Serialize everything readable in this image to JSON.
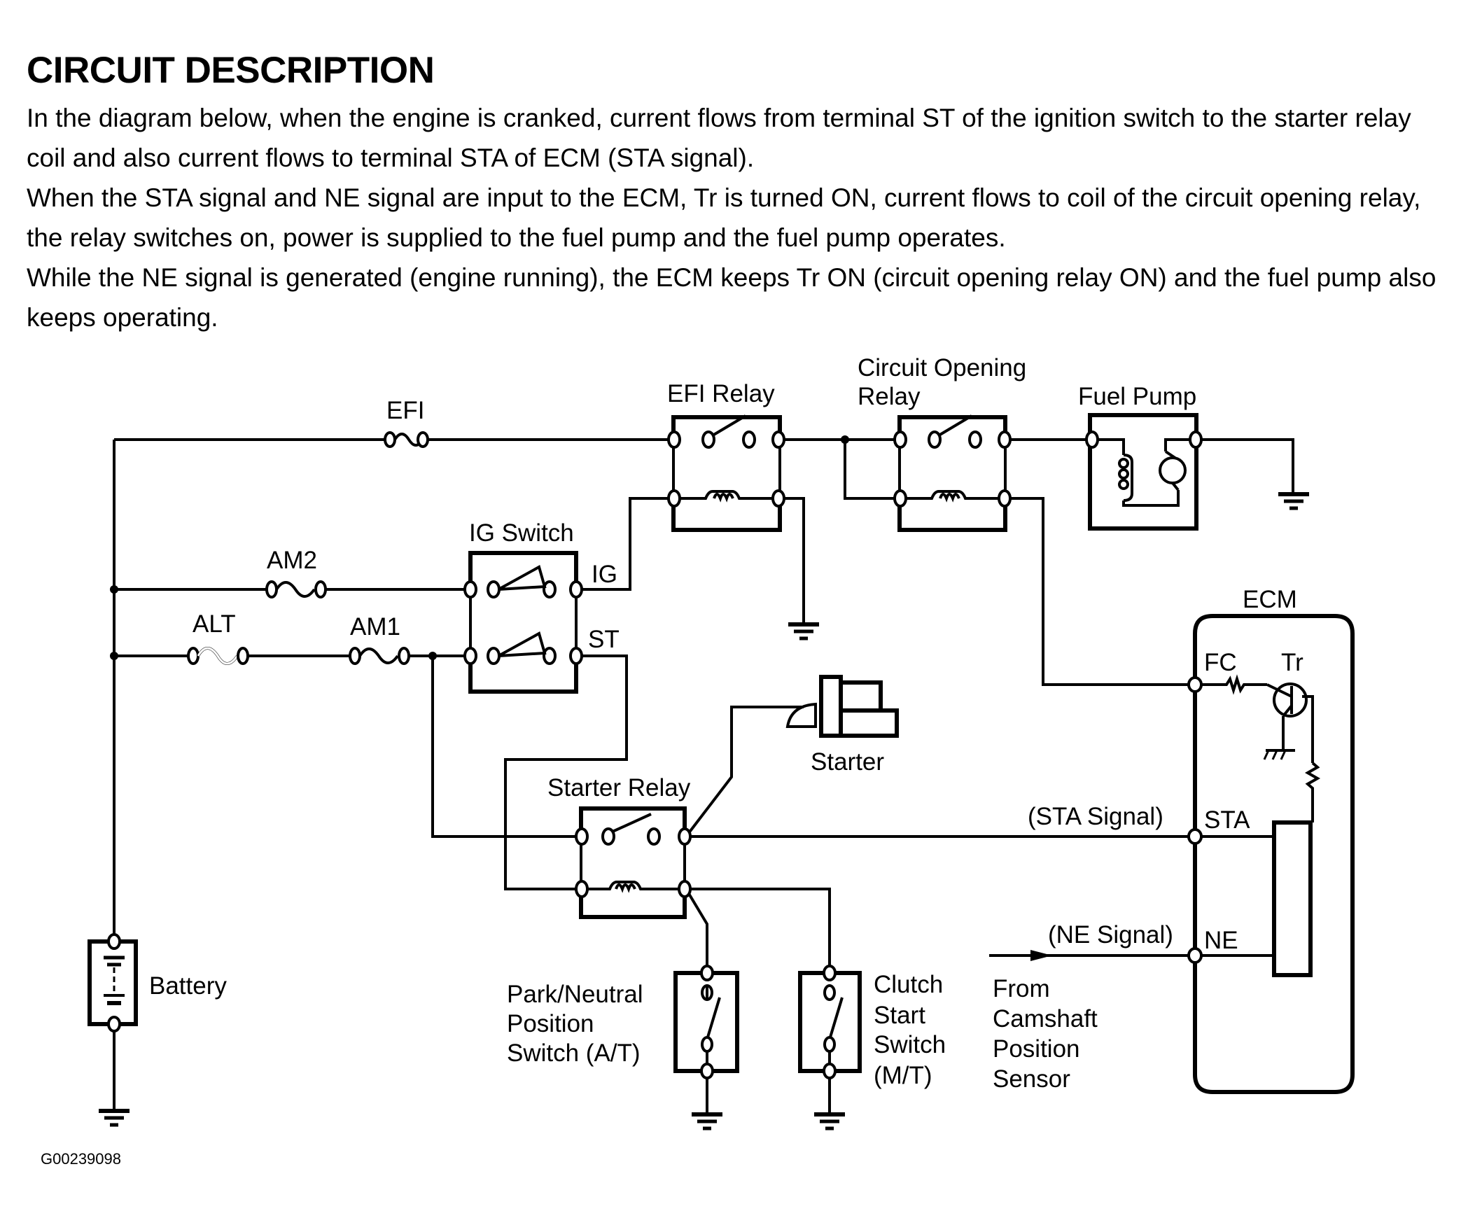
{
  "heading": "CIRCUIT DESCRIPTION",
  "description": [
    "In the diagram below, when the engine is cranked, current flows from terminal ST of the ignition switch to the starter relay coil and also current flows to terminal STA of ECM (STA signal).",
    "When the STA signal and NE signal are input to the ECM, Tr is turned ON, current flows to coil of the circuit opening relay, the relay switches on, power is supplied to the fuel pump and the fuel pump operates.",
    "While the NE signal is generated (engine running), the ECM keeps Tr ON (circuit opening relay ON) and the fuel pump also keeps operating."
  ],
  "diagram": {
    "fuses": {
      "efi": "EFI",
      "am2": "AM2",
      "alt": "ALT",
      "am1": "AM1"
    },
    "components": {
      "efi_relay": "EFI Relay",
      "circuit_opening_relay_line1": "Circuit Opening",
      "circuit_opening_relay_line2": "Relay",
      "fuel_pump": "Fuel Pump",
      "ig_switch": "IG Switch",
      "ig_terminal": "IG",
      "st_terminal": "ST",
      "ecm": "ECM",
      "fc_terminal": "FC",
      "tr": "Tr",
      "starter": "Starter",
      "starter_relay": "Starter Relay",
      "sta_signal": "(STA Signal)",
      "sta_terminal": "STA",
      "ne_signal": "(NE Signal)",
      "ne_terminal": "NE",
      "battery": "Battery",
      "park_neutral": [
        "Park/Neutral",
        "Position",
        "Switch (A/T)"
      ],
      "clutch_start": [
        "Clutch",
        "Start",
        "Switch",
        "(M/T)"
      ],
      "camshaft_sensor": [
        "From",
        "Camshaft",
        "Position",
        "Sensor"
      ]
    },
    "figure_id": "G00239098"
  }
}
